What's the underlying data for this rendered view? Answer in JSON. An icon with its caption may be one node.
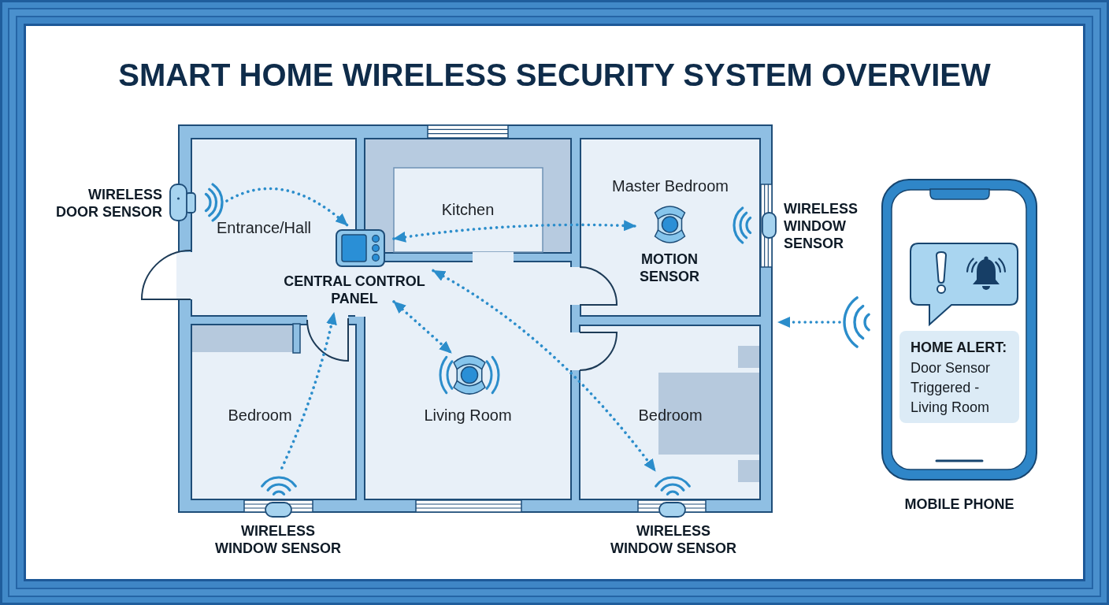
{
  "diagram": {
    "title": "SMART HOME WIRELESS SECURITY SYSTEM OVERVIEW",
    "nodes": [
      {
        "text": [
          "Entrance/Hall",
          "Kitchen",
          "Master Bedroom",
          "Bedroom",
          "Living Room",
          "Bedroom"
        ]
      },
      {
        "text": [
          "WIRELESS DOOR SENSOR"
        ]
      },
      {
        "text": [
          "CENTRAL CONTROL PANEL"
        ],
        "in": 0
      },
      {
        "text": [
          "MOTION SENSOR"
        ],
        "in": 0
      },
      {
        "text": [
          "WIRELESS WINDOW SENSOR"
        ]
      },
      {
        "text": [],
        "shape": "picture",
        "in": 0
      },
      {
        "text": [
          "WIRELESS WINDOW SENSOR"
        ]
      },
      {
        "text": [
          "WIRELESS WINDOW SENSOR"
        ]
      },
      {
        "text": [
          "MOBILE PHONE"
        ]
      },
      {
        "text": [
          "HOME ALERT:",
          "Door Sensor Triggered - Living Room"
        ],
        "in": 8
      }
    ],
    "edges": [
      {
        "from": 1,
        "to": 2,
        "arrow": "to"
      },
      {
        "from": 2,
        "to": 3,
        "arrow": "both"
      },
      {
        "from": 6,
        "to": 2,
        "arrow": "to"
      },
      {
        "from": 2,
        "to": 5,
        "arrow": "both"
      },
      {
        "from": 2,
        "to": 7,
        "arrow": "both"
      },
      {
        "from": 8,
        "to": 0,
        "arrow": "to"
      }
    ]
  }
}
